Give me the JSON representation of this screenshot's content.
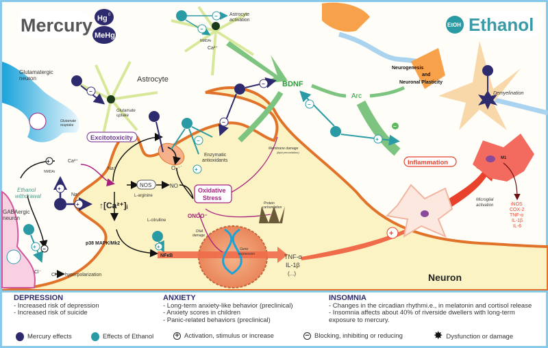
{
  "colors": {
    "mercury": "#2e2a6e",
    "ethanol": "#2a9aa5",
    "activation_green": "#5cb85c",
    "inflammation": "#e8412c",
    "oxidative": "#a8207e",
    "neuron_fill": "#fbf3c4",
    "neuron_outline": "#e0722a",
    "frame": "#86c9ea"
  },
  "header": {
    "mercury_title": "Mercury",
    "hg0": "Hg",
    "hg0_sup": "0",
    "mehg": "MeHg",
    "ethanol_title": "Ethanol",
    "etoh": "EtOH"
  },
  "diagram": {
    "glutamatergic_neuron": "Glutamatergic",
    "glutamatergic_neuron2": "neuron",
    "gabaergic_neuron": "GABAergic",
    "gabaergic_neuron2": "neuron",
    "astrocyte": "Astrocyte",
    "astrocyte_activation": "Astrocyte",
    "astrocyte_activation2": "activation",
    "nmdar_top": "NMDAr",
    "ca_top": "Ca²⁺",
    "glutamate_uptake": "Glutamate",
    "glutamate_uptake2": "uptake",
    "glutamate_reuptake": "Glutamate",
    "glutamate_reuptake2": "reuptake",
    "excitotoxicity": "Excitotoxicity",
    "nmdar": "NMDAr",
    "ca": "Ca²⁺",
    "na1": "Na⁺",
    "na2": "Na⁺",
    "ethanol_withdrawal": "Ethanol",
    "ethanol_withdrawal2": "withdrawal",
    "ca_increase": "↑[Ca²⁺]ᵢ",
    "l_arginine": "L-arginine",
    "nos": "NOS",
    "no": "NO",
    "l_citrulline": "L-citrulline",
    "o2": "O₂⁻˙",
    "enzymatic_antioxidants": "Enzymatic",
    "enzymatic_antioxidants2": "antioxidants",
    "oxidative_stress": "Oxidative",
    "oxidative_stress2": "Stress",
    "onoo": "ONOO⁻",
    "membrane_damage": "Membrane damage",
    "lipid_peroxidation": "(lipid peroxidation)",
    "protein_carbonilation": "Protein",
    "protein_carbonilation2": "carbonilation",
    "dna_damage": "DNA",
    "dna_damage2": "damage",
    "gene_expression": "Gene",
    "gene_expression2": "expression",
    "p38": "p38 MAPK/Mk2",
    "nfkb": "NFκB",
    "tnf": "TNF-α",
    "il1b": "IL-1β",
    "ellipsis": "(...)",
    "cl1": "Cl⁻",
    "cl2": "Cl⁻",
    "hyperpolarization": "hyperpolarization",
    "bdnf": "BDNF",
    "arc": "Arc",
    "neurogenesis": "Neurogenesis",
    "neurogenesis2": "and",
    "neurogenesis3": "Neuronal Plasticity",
    "demyelination": "Demyelination",
    "inflammation": "Inflammation",
    "microglial_activation": "Microglial",
    "microglial_activation2": "activation",
    "m1": "M1",
    "cytokines": [
      "iNOS",
      "COX-2",
      "TNF-α",
      "IL-1β",
      "IL-6"
    ],
    "neuron": "Neuron"
  },
  "effects": {
    "depression": {
      "title": "DEPRESSION",
      "items": [
        "- Increased risk of depression",
        "- Increased risk of suicide"
      ]
    },
    "anxiety": {
      "title": "ANXIETY",
      "items": [
        "- Long-term anxiety-like behavior (preclinical)",
        "- Anxiety scores in children",
        "- Panic-related behaviors (preclinical)"
      ]
    },
    "insomnia": {
      "title": "INSOMNIA",
      "items": [
        "- Changes in the circadian rhythmi.e., in melatonin and cortisol release",
        "- Insomnia affects about 40% of riverside dwellers with long-term",
        "exposure to mercury."
      ]
    }
  },
  "legend": [
    {
      "icon": "mercury-dot",
      "label": "Mercury effects"
    },
    {
      "icon": "ethanol-dot",
      "label": "Effects of Ethanol"
    },
    {
      "icon": "plus-circle",
      "label": "Activation, stimulus or increase"
    },
    {
      "icon": "minus-circle",
      "label": "Blocking, inhibiting or reducing"
    },
    {
      "icon": "star-burst",
      "label": "Dysfunction or damage"
    }
  ]
}
